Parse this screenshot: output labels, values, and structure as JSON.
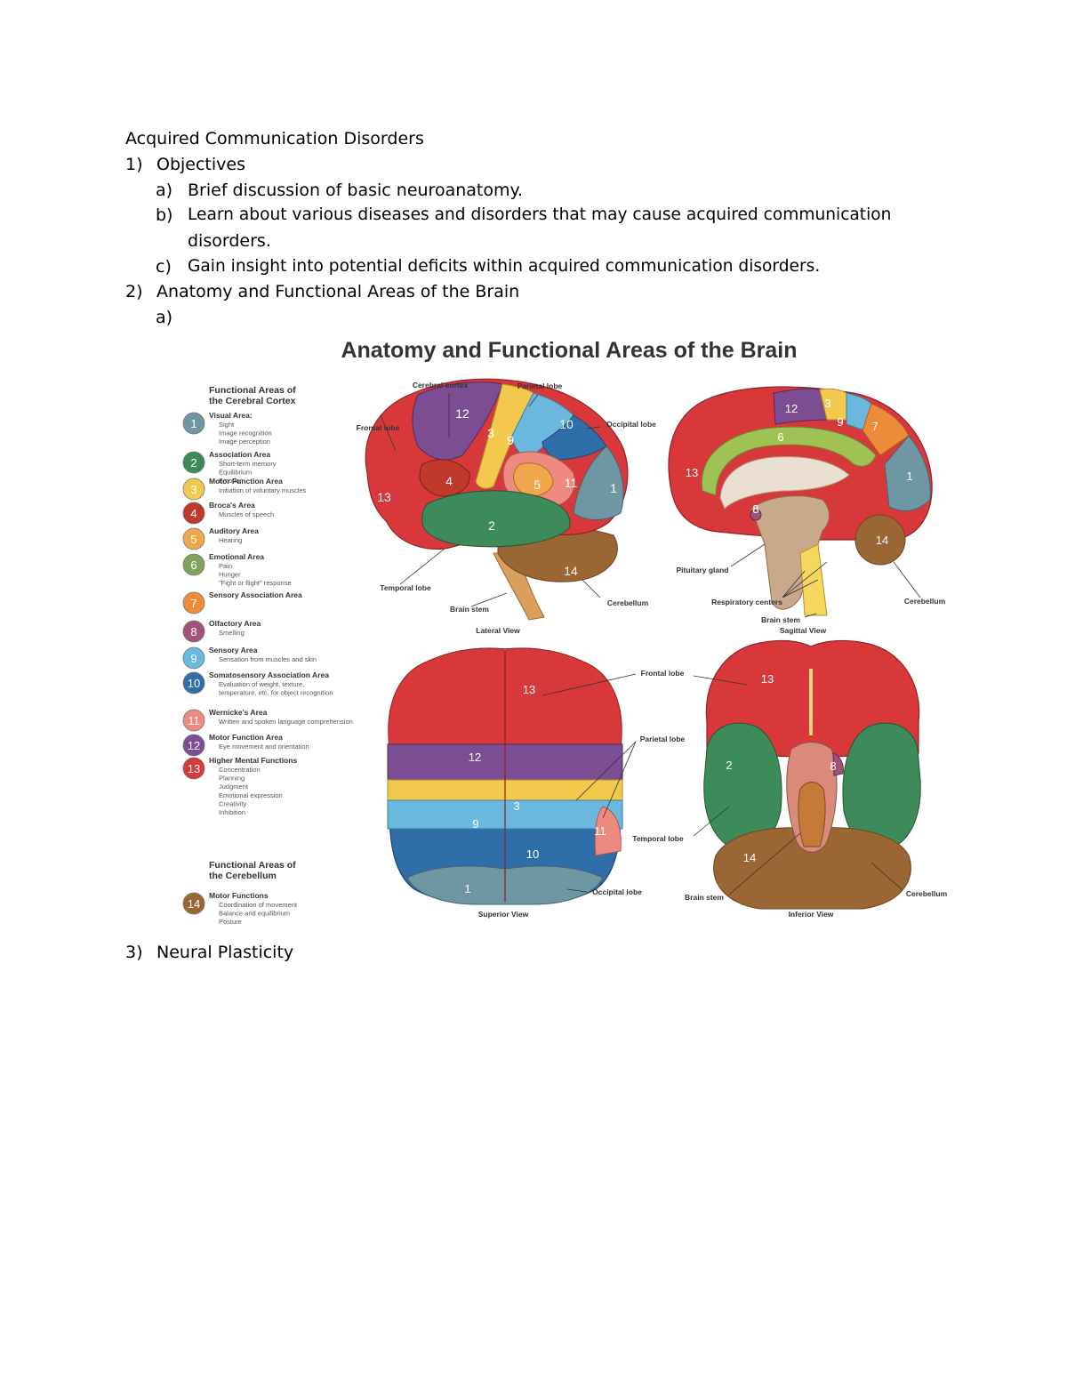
{
  "document": {
    "title": "Acquired Communication Disorders",
    "sections": [
      {
        "number": "1)",
        "heading": "Objectives",
        "items": [
          {
            "marker": "a)",
            "text": "Brief discussion of basic neuroanatomy."
          },
          {
            "marker": "b)",
            "text": "Learn about various diseases and disorders that may cause acquired communication",
            "continuation": "disorders."
          },
          {
            "marker": "c)",
            "text": "Gain insight into potential deficits within acquired communication disorders."
          }
        ]
      },
      {
        "number": "2)",
        "heading": "Anatomy and Functional Areas of the Brain",
        "items": [
          {
            "marker": "a)"
          }
        ]
      },
      {
        "number": "3)",
        "heading": "Neural Plasticity"
      }
    ]
  },
  "figure": {
    "title": "Anatomy and Functional Areas of the Brain",
    "legend_cortex_title": [
      "Functional Areas of",
      "the Cerebral Cortex"
    ],
    "legend_cerebellum_title": [
      "Functional Areas of",
      "the Cerebellum"
    ],
    "legend": [
      {
        "num": "1",
        "color": "#6f97a3",
        "name": "Visual Area:",
        "desc": [
          "Sight",
          "Image recognition",
          "Image perception"
        ]
      },
      {
        "num": "2",
        "color": "#3d8a5a",
        "name": "Association Area",
        "desc": [
          "Short-term memory",
          "Equilibrium",
          "Emotion"
        ]
      },
      {
        "num": "3",
        "color": "#f2c94c",
        "name": "Motor Function Area",
        "desc": [
          "Initiation of voluntary muscles"
        ]
      },
      {
        "num": "4",
        "color": "#c0392b",
        "name": "Broca's Area",
        "desc": [
          "Muscles of speech"
        ]
      },
      {
        "num": "5",
        "color": "#f0a64a",
        "name": "Auditory Area",
        "desc": [
          "Hearing"
        ]
      },
      {
        "num": "6",
        "color": "#7fa35a",
        "name": "Emotional Area",
        "desc": [
          "Pain",
          "Hunger",
          "\"Fight or flight\" response"
        ]
      },
      {
        "num": "7",
        "color": "#ee8b3a",
        "name": "Sensory Association Area",
        "desc": []
      },
      {
        "num": "8",
        "color": "#a0527a",
        "name": "Olfactory Area",
        "desc": [
          "Smelling"
        ]
      },
      {
        "num": "9",
        "color": "#6bb8df",
        "name": "Sensory Area",
        "desc": [
          "Sensation from muscles and skin"
        ]
      },
      {
        "num": "10",
        "color": "#2f6ea8",
        "name": "Somatosensory Association Area",
        "desc": [
          "Evaluation of weight, texture,",
          "temperature, etc. for object recognition"
        ]
      },
      {
        "num": "11",
        "color": "#ee8a80",
        "name": "Wernicke's Area",
        "desc": [
          "Written and spoken language comprehension"
        ]
      },
      {
        "num": "12",
        "color": "#7d4d93",
        "name": "Motor Function Area",
        "desc": [
          "Eye movement and orientation"
        ]
      },
      {
        "num": "13",
        "color": "#d9383a",
        "name": "Higher Mental Functions",
        "desc": [
          "Concentration",
          "Planning",
          "Judgment",
          "Emotional expression",
          "Creativity",
          "Inhibition"
        ]
      },
      {
        "num": "14",
        "color": "#9a6634",
        "name": "Motor Functions",
        "desc": [
          "Coordination of movement",
          "Balance and equilibrium",
          "Posture"
        ]
      }
    ],
    "lateral": {
      "view": "Lateral View",
      "labels": {
        "cortex": "Cerebral cortex",
        "parietal": "Parietal lobe",
        "frontal": "Frontal lobe",
        "occipital": "Occipital lobe",
        "temporal": "Temporal lobe",
        "brainstem": "Brain stem",
        "cerebellum": "Cerebellum"
      },
      "numbers": [
        "12",
        "3",
        "9",
        "10",
        "4",
        "13",
        "5",
        "11",
        "1",
        "2",
        "14"
      ]
    },
    "sagittal": {
      "view": "Sagittal View",
      "labels": {
        "pituitary": "Pituitary gland",
        "respiratory": "Respiratory centers",
        "brainstem": "Brain stem",
        "cerebellum": "Cerebellum"
      },
      "numbers": [
        "12",
        "3",
        "9",
        "7",
        "6",
        "13",
        "1",
        "8",
        "14"
      ]
    },
    "superior": {
      "view": "Superior View",
      "labels": {
        "frontal": "Frontal lobe",
        "parietal": "Parietal lobe",
        "occipital": "Occipital lobe"
      },
      "numbers": [
        "13",
        "12",
        "3",
        "9",
        "11",
        "10",
        "1"
      ]
    },
    "inferior": {
      "view": "Inferior View",
      "labels": {
        "temporal": "Temporal lobe",
        "brainstem": "Brain stem",
        "cerebellum": "Cerebellum"
      },
      "numbers": [
        "13",
        "2",
        "8",
        "14"
      ]
    }
  }
}
